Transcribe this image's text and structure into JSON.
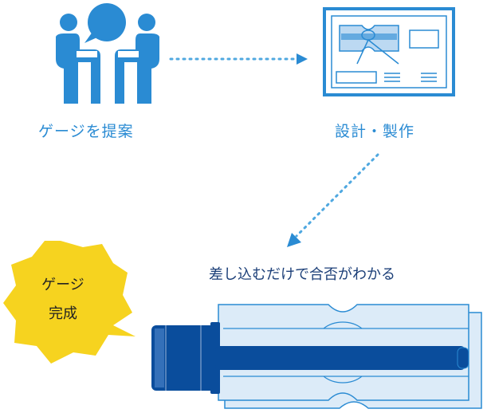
{
  "colors": {
    "icon_blue": "#2a8bd3",
    "dot_blue": "#4fa8e0",
    "navy": "#0a4d9c",
    "gauge_fill": "#dcebf8",
    "gauge_stroke": "#2a8bd3",
    "bubble_yellow": "#f6d31f",
    "label_navy": "#1c3f78"
  },
  "icons": {
    "consult": "people-consulting-icon",
    "blueprint": "blueprint-drawing-icon",
    "gauge": "plug-gauge-illustration"
  },
  "steps": {
    "propose": "ゲージを提案",
    "design": "設計・製作",
    "inspect": "差し込むだけで合否がわかる"
  },
  "bubble": {
    "line1": "ゲージ",
    "line2": "完成"
  }
}
